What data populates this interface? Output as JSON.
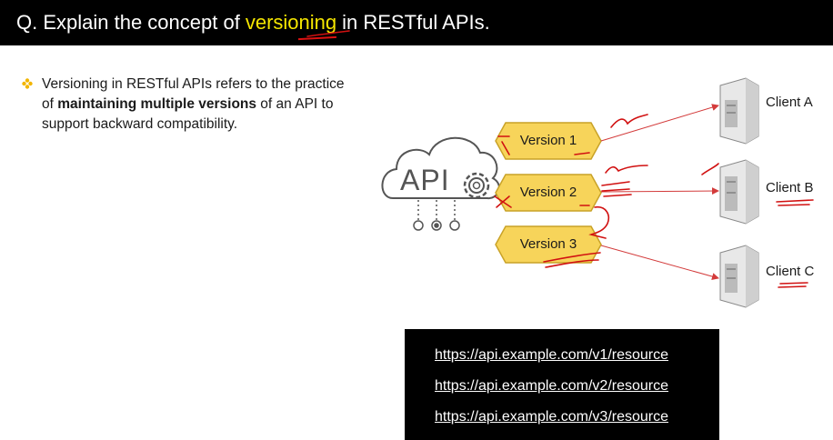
{
  "header": {
    "prefix": "Q. Explain the concept of",
    "highlight": "versioning",
    "suffix": "in RESTful APIs."
  },
  "bullet": {
    "text_before": "Versioning in RESTful APIs refers to the practice of ",
    "bold": "maintaining multiple versions",
    "text_after": " of an API to support backward compatibility."
  },
  "diagram": {
    "api_label": "API",
    "versions": [
      "Version 1",
      "Version 2",
      "Version 3"
    ],
    "clients": [
      "Client A",
      "Client B",
      "Client C"
    ]
  },
  "urls": [
    "https://api.example.com/v1/resource",
    "https://api.example.com/v2/resource",
    "https://api.example.com/v3/resource"
  ],
  "colors": {
    "header_bg": "#000000",
    "highlight": "#f5e600",
    "hexagon_fill": "#f7d45a",
    "hexagon_stroke": "#c9a227",
    "arrow": "#d33b3b",
    "annotation": "#d11111"
  }
}
